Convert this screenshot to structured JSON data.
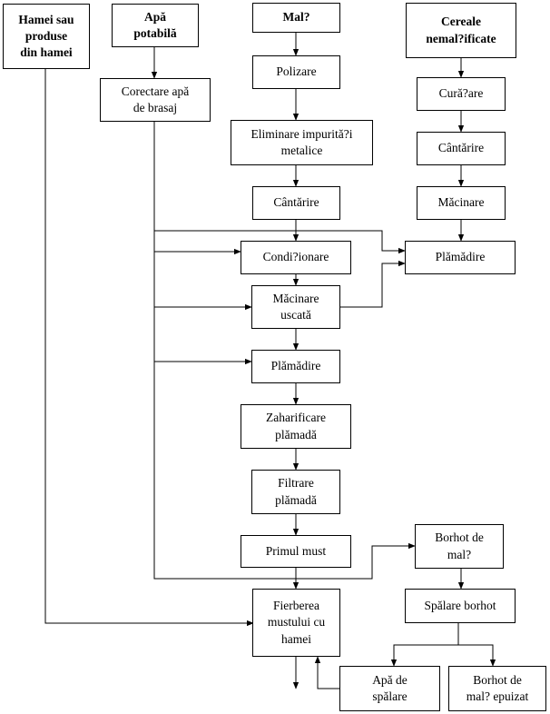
{
  "nodes": {
    "hamei": "Hamei sau\nproduse\ndin hamei",
    "apa_potabila": "Apă\npotabilă",
    "malt": "Mal?",
    "cereale": "Cereale\nnemal?ificate",
    "corectare_apa": "Corectare apă\nde brasaj",
    "polizare": "Polizare",
    "eliminare": "Eliminare impurită?i\nmetalice",
    "cantarire_malt": "Cântărire",
    "conditionare": "Condi?ionare",
    "macinare_uscata": "Măcinare\nuscată",
    "plamadire_1": "Plămădire",
    "zaharificare": "Zaharificare\nplămadă",
    "filtrare": "Filtrare\nplămadă",
    "primul_must": "Primul must",
    "fierberea": "Fierberea\nmustului cu\nhamei",
    "curatare": "Cură?are",
    "cantarire_cereale": "Cântărire",
    "macinare_cereale": "Măcinare",
    "plamadire_2": "Plămădire",
    "borhot_malt": "Borhot de\nmal?",
    "spalare_borhot": "Spălare borhot",
    "apa_spalare": "Apă de\nspălare",
    "borhot_epuizat": "Borhot de\nmal? epuizat"
  }
}
